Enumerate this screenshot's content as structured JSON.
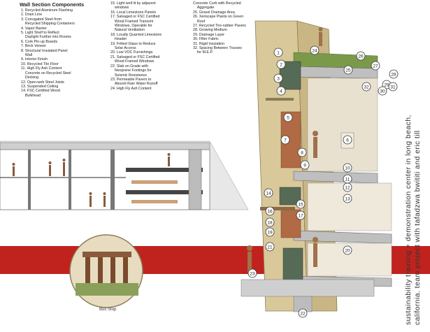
{
  "legend": {
    "title": "Wall Section Components",
    "col1": [
      "1. Recycled Aluminum Flashing",
      "2. Drain Line",
      "3. Corrugated Steel from\n    Recycled Shipping Containers",
      "4. Vapor Barrier",
      "5. Light Shelf to Reflect\n    Daylight Further into Rooms",
      "6. Cork Pin-up Boards",
      "7. Brick Veneer",
      "8. Structural Insulated Panel\n    Wall",
      "9. Interior Finish",
      "10. Recycled Tile Floor",
      "11. High Fly Ash Content\n    Concrete on Recycled Steel\n    Decking",
      "12. Open-web Steel Joists",
      "13. Suspended Ceiling",
      "14. FSC Certified Wood\n    Bulkhead"
    ],
    "col2": [
      "15. Light well lit by adjacent\n    windows",
      "16. Local Limestone Panels",
      "17. Salvaged or FSC Certified\n    Wood Framed Transom\n    Windows, Operable for\n    Natural Ventilation",
      "18. Locally Quarried Limestone\n    Header",
      "19. Fritted Glass to Reduce\n    Solar Access",
      "20. Low VOC Furnishings",
      "21. Salvaged or FSC Certified\n    Wood Framed Windows",
      "22. Slab on Grade with\n    Neoprene Footings for\n    Seismic Resistance",
      "23. Permeable Pavers to\n    Absorb Rain Water Runoff",
      "24. High Fly Ash Content"
    ],
    "col3": [
      "Concrete Curb with Recycled\n    Aggregate",
      "25. Gravel Drainage Area",
      "26. Xeriscape Plants on Green\n    Roof",
      "27. Recycled Tire-rubber Pavers",
      "28. Growing Medium",
      "29. Drainage Layer",
      "30. Filter Fabric",
      "31. Rigid Insulation",
      "32. Spacing Between Trusses\n    for M.E.P."
    ]
  },
  "caption": [
    "sustainability training + demonstration center in long beach,",
    "california. team project with tafadzwa bwititi and eric till"
  ],
  "bus_stop_label": "Bus Stop",
  "callouts": [
    {
      "n": "1"
    },
    {
      "n": "2"
    },
    {
      "n": "3"
    },
    {
      "n": "4"
    },
    {
      "n": "5"
    },
    {
      "n": "6"
    },
    {
      "n": "7"
    },
    {
      "n": "8"
    },
    {
      "n": "9"
    },
    {
      "n": "10"
    },
    {
      "n": "11"
    },
    {
      "n": "12"
    },
    {
      "n": "13"
    },
    {
      "n": "14"
    },
    {
      "n": "15"
    },
    {
      "n": "16"
    },
    {
      "n": "17"
    },
    {
      "n": "18"
    },
    {
      "n": "19"
    },
    {
      "n": "20"
    },
    {
      "n": "21"
    },
    {
      "n": "22"
    },
    {
      "n": "23"
    },
    {
      "n": "24"
    },
    {
      "n": "25"
    },
    {
      "n": "26"
    },
    {
      "n": "27"
    },
    {
      "n": "28"
    },
    {
      "n": "29"
    },
    {
      "n": "30"
    },
    {
      "n": "31"
    },
    {
      "n": "32"
    }
  ],
  "colors": {
    "ground_red": "#c0231d",
    "limestone": "#d9c89a",
    "brick": "#b06a44",
    "green_roof": "#7a9a4a",
    "wall_grey": "#bfbfbf"
  }
}
